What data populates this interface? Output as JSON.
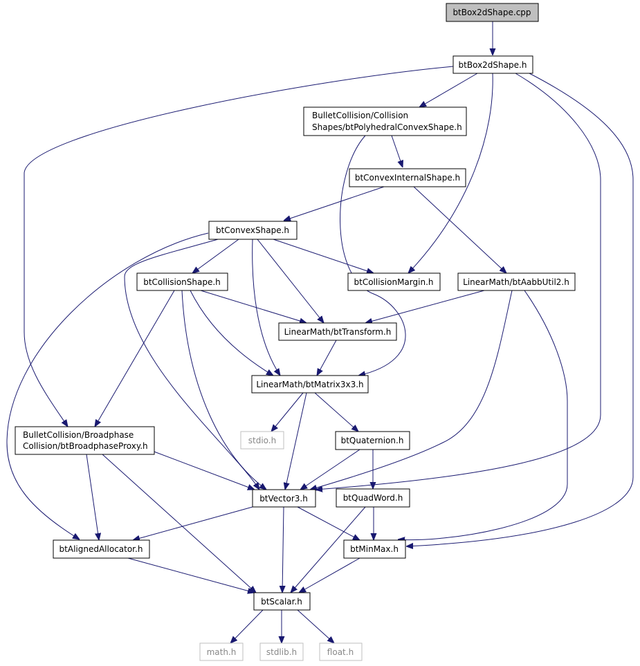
{
  "colors": {
    "edge": "#191970",
    "node_border": "#000000",
    "node_fill": "#ffffff",
    "root_fill": "#bfbfbf",
    "system_border": "#bfbfbf",
    "system_text": "#888888"
  },
  "nodes": {
    "btBox2dShape_cpp": "btBox2dShape.cpp",
    "btBox2dShape_h": "btBox2dShape.h",
    "polyhedral_line1": "BulletCollision/Collision",
    "polyhedral_line2": "Shapes/btPolyhedralConvexShape.h",
    "convexInternal": "btConvexInternalShape.h",
    "convexShape": "btConvexShape.h",
    "collisionShape": "btCollisionShape.h",
    "collisionMargin": "btCollisionMargin.h",
    "aabbUtil2": "LinearMath/btAabbUtil2.h",
    "transform": "LinearMath/btTransform.h",
    "matrix3x3": "LinearMath/btMatrix3x3.h",
    "stdio": "stdio.h",
    "broadphase_line1": "BulletCollision/Broadphase",
    "broadphase_line2": "Collision/btBroadphaseProxy.h",
    "quaternion": "btQuaternion.h",
    "vector3": "btVector3.h",
    "quadWord": "btQuadWord.h",
    "alignedAllocator": "btAlignedAllocator.h",
    "minMax": "btMinMax.h",
    "scalar": "btScalar.h",
    "math": "math.h",
    "stdlib": "stdlib.h",
    "float": "float.h"
  },
  "edges": [
    [
      "btBox2dShape.cpp",
      "btBox2dShape.h"
    ],
    [
      "btBox2dShape.h",
      "BulletCollision/Collision Shapes/btPolyhedralConvexShape.h"
    ],
    [
      "btBox2dShape.h",
      "btCollisionMargin.h"
    ],
    [
      "btBox2dShape.h",
      "btVector3.h"
    ],
    [
      "btBox2dShape.h",
      "btMinMax.h"
    ],
    [
      "btBox2dShape.h",
      "BulletCollision/Broadphase Collision/btBroadphaseProxy.h"
    ],
    [
      "BulletCollision/Collision Shapes/btPolyhedralConvexShape.h",
      "btConvexInternalShape.h"
    ],
    [
      "BulletCollision/Collision Shapes/btPolyhedralConvexShape.h",
      "LinearMath/btMatrix3x3.h"
    ],
    [
      "btConvexInternalShape.h",
      "btConvexShape.h"
    ],
    [
      "btConvexInternalShape.h",
      "LinearMath/btAabbUtil2.h"
    ],
    [
      "btConvexShape.h",
      "btCollisionShape.h"
    ],
    [
      "btConvexShape.h",
      "btCollisionMargin.h"
    ],
    [
      "btConvexShape.h",
      "LinearMath/btTransform.h"
    ],
    [
      "btConvexShape.h",
      "LinearMath/btMatrix3x3.h"
    ],
    [
      "btConvexShape.h",
      "btVector3.h"
    ],
    [
      "btConvexShape.h",
      "btAlignedAllocator.h"
    ],
    [
      "btCollisionShape.h",
      "LinearMath/btTransform.h"
    ],
    [
      "btCollisionShape.h",
      "LinearMath/btMatrix3x3.h"
    ],
    [
      "btCollisionShape.h",
      "BulletCollision/Broadphase Collision/btBroadphaseProxy.h"
    ],
    [
      "btCollisionShape.h",
      "btVector3.h"
    ],
    [
      "LinearMath/btAabbUtil2.h",
      "LinearMath/btTransform.h"
    ],
    [
      "LinearMath/btAabbUtil2.h",
      "btVector3.h"
    ],
    [
      "LinearMath/btAabbUtil2.h",
      "btMinMax.h"
    ],
    [
      "LinearMath/btTransform.h",
      "LinearMath/btMatrix3x3.h"
    ],
    [
      "LinearMath/btMatrix3x3.h",
      "stdio.h"
    ],
    [
      "LinearMath/btMatrix3x3.h",
      "btQuaternion.h"
    ],
    [
      "LinearMath/btMatrix3x3.h",
      "btVector3.h"
    ],
    [
      "BulletCollision/Broadphase Collision/btBroadphaseProxy.h",
      "btVector3.h"
    ],
    [
      "BulletCollision/Broadphase Collision/btBroadphaseProxy.h",
      "btAlignedAllocator.h"
    ],
    [
      "BulletCollision/Broadphase Collision/btBroadphaseProxy.h",
      "btScalar.h"
    ],
    [
      "btQuaternion.h",
      "btVector3.h"
    ],
    [
      "btQuaternion.h",
      "btQuadWord.h"
    ],
    [
      "btVector3.h",
      "btAlignedAllocator.h"
    ],
    [
      "btVector3.h",
      "btMinMax.h"
    ],
    [
      "btVector3.h",
      "btScalar.h"
    ],
    [
      "btQuadWord.h",
      "btMinMax.h"
    ],
    [
      "btQuadWord.h",
      "btScalar.h"
    ],
    [
      "btAlignedAllocator.h",
      "btScalar.h"
    ],
    [
      "btMinMax.h",
      "btScalar.h"
    ],
    [
      "btScalar.h",
      "math.h"
    ],
    [
      "btScalar.h",
      "stdlib.h"
    ],
    [
      "btScalar.h",
      "float.h"
    ]
  ]
}
